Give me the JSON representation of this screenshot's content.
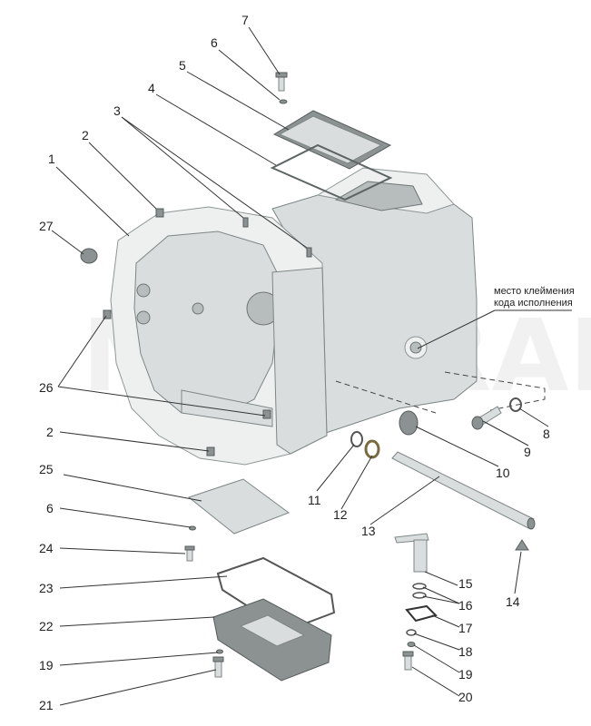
{
  "callouts": [
    {
      "id": "c1",
      "label": "1"
    },
    {
      "id": "c2a",
      "label": "2"
    },
    {
      "id": "c2b",
      "label": "2"
    },
    {
      "id": "c3",
      "label": "3"
    },
    {
      "id": "c4",
      "label": "4"
    },
    {
      "id": "c5",
      "label": "5"
    },
    {
      "id": "c6a",
      "label": "6"
    },
    {
      "id": "c6b",
      "label": "6"
    },
    {
      "id": "c7",
      "label": "7"
    },
    {
      "id": "c8",
      "label": "8"
    },
    {
      "id": "c9",
      "label": "9"
    },
    {
      "id": "c10",
      "label": "10"
    },
    {
      "id": "c11",
      "label": "11"
    },
    {
      "id": "c12",
      "label": "12"
    },
    {
      "id": "c13",
      "label": "13"
    },
    {
      "id": "c14",
      "label": "14"
    },
    {
      "id": "c15",
      "label": "15"
    },
    {
      "id": "c16",
      "label": "16"
    },
    {
      "id": "c17",
      "label": "17"
    },
    {
      "id": "c18",
      "label": "18"
    },
    {
      "id": "c19a",
      "label": "19"
    },
    {
      "id": "c19b",
      "label": "19"
    },
    {
      "id": "c20",
      "label": "20"
    },
    {
      "id": "c21",
      "label": "21"
    },
    {
      "id": "c22",
      "label": "22"
    },
    {
      "id": "c23",
      "label": "23"
    },
    {
      "id": "c24",
      "label": "24"
    },
    {
      "id": "c25",
      "label": "25"
    },
    {
      "id": "c26",
      "label": "26"
    },
    {
      "id": "c27",
      "label": "27"
    }
  ],
  "annotation": {
    "line1": "место клеймения",
    "line2": "кода исполнения"
  },
  "watermark": "MTZ-TRAD"
}
